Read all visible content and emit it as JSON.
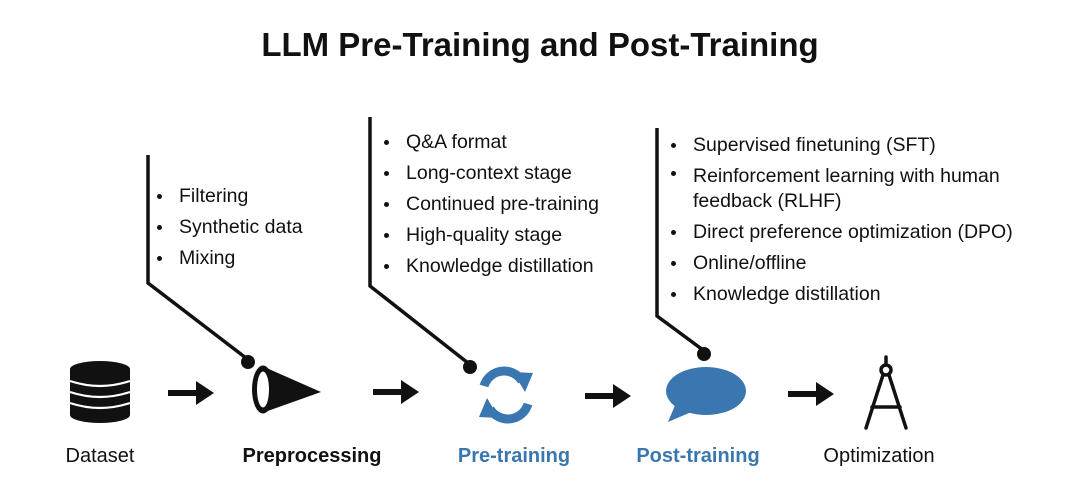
{
  "title": "LLM Pre-Training and Post-Training",
  "colors": {
    "accent": "#3a77b0",
    "ink": "#111111",
    "background": "#ffffff"
  },
  "stages": [
    {
      "label": "Dataset",
      "icon": "database-icon",
      "emphasis": "normal"
    },
    {
      "label": "Preprocessing",
      "icon": "funnel-icon",
      "emphasis": "bold"
    },
    {
      "label": "Pre-training",
      "icon": "refresh-cycle-icon",
      "emphasis": "accent"
    },
    {
      "label": "Post-training",
      "icon": "speech-bubble-icon",
      "emphasis": "accent"
    },
    {
      "label": "Optimization",
      "icon": "drafting-compass-icon",
      "emphasis": "normal"
    }
  ],
  "callouts": {
    "preprocessing": [
      "Filtering",
      "Synthetic data",
      "Mixing"
    ],
    "pretraining": [
      "Q&A format",
      "Long-context stage",
      "Continued pre-training",
      "High-quality stage",
      "Knowledge distillation"
    ],
    "posttraining": [
      "Supervised finetuning (SFT)",
      "Reinforcement learning with human feedback (RLHF)",
      "Direct preference optimization (DPO)",
      "Online/offline",
      "Knowledge distillation"
    ]
  }
}
